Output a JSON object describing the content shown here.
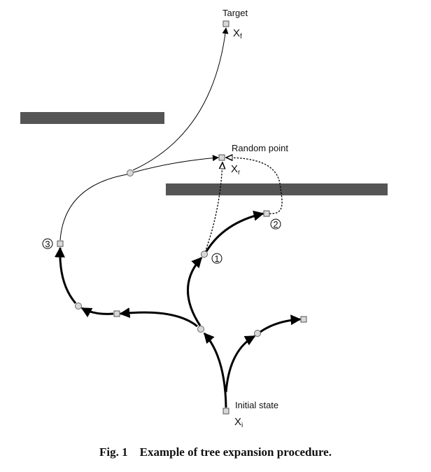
{
  "labels": {
    "target": "Target",
    "target_symbol": "X",
    "target_sub": "f",
    "random_point": "Random point",
    "random_symbol": "X",
    "random_sub": "r",
    "initial_state": "Initial state",
    "initial_symbol": "X",
    "initial_sub": "i",
    "step1": "1",
    "step2": "2",
    "step3": "3"
  },
  "colors": {
    "obstacle": "#555555",
    "node_fill": "#d8d8d8"
  },
  "caption": "Fig. 1    Example of tree expansion procedure."
}
